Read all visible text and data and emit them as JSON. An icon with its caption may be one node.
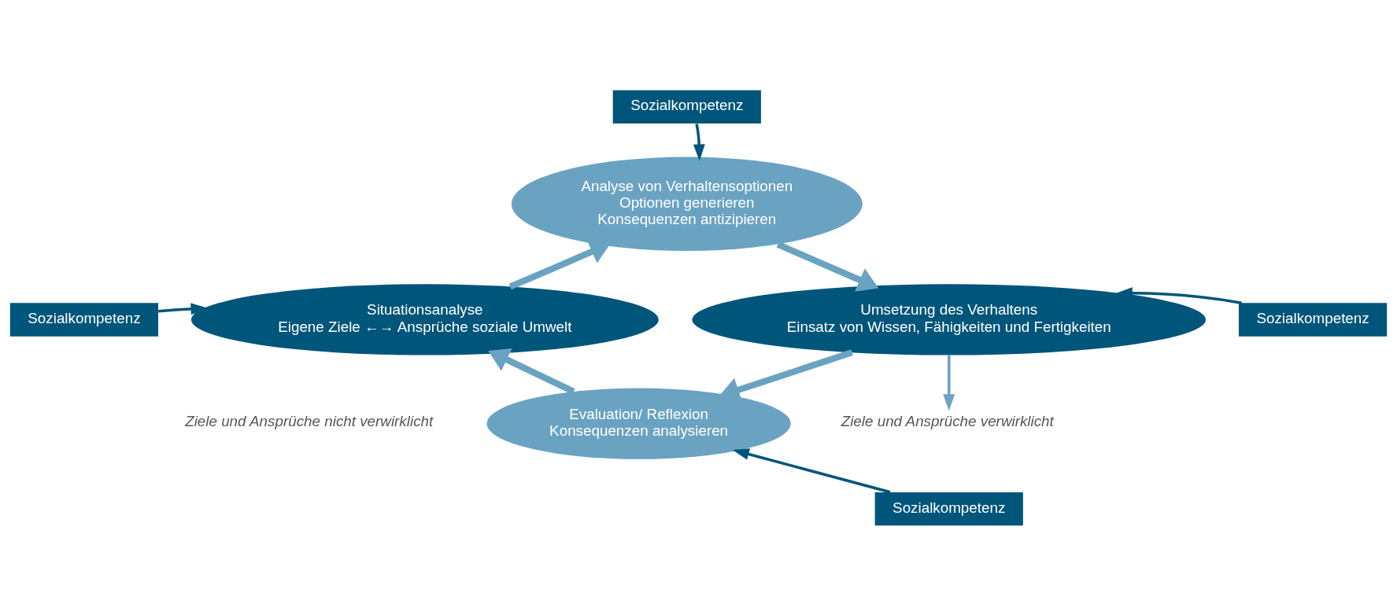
{
  "diagram": {
    "nodes": [
      {
        "text": [
          "Sozialkompetenz"
        ]
      },
      {
        "text": [
          "Sozialkompetenz"
        ]
      },
      {
        "text": [
          "Situationsanalyse",
          "Eigene Ziele ←→ Ansprüche soziale Umwelt"
        ]
      },
      {
        "text": [
          "Analyse von Verhaltensoptionen",
          "Optionen generieren",
          "Konsequenzen antizipieren"
        ]
      },
      {
        "text": [
          "Evaluation/ Reflexion",
          "Konsequenzen analysieren"
        ]
      },
      {
        "text": [
          "Umsetzung des Verhaltens",
          "Einsatz von Wissen, Fähigkeiten und Fertigkeiten"
        ]
      },
      {
        "text": [
          "Sozialkompetenz"
        ]
      },
      {
        "text": [
          "Sozialkompetenz"
        ]
      },
      {
        "text": [
          "Ziele und Ansprüche verwirklicht"
        ]
      }
    ],
    "edges": [
      {
        "from": 0,
        "to": 3,
        "arrow": "to",
        "color": "#00557a"
      },
      {
        "from": 1,
        "to": 2,
        "arrow": "to",
        "color": "#00557a"
      },
      {
        "from": 6,
        "to": 5,
        "arrow": "to",
        "color": "#00557a"
      },
      {
        "from": 7,
        "to": 4,
        "arrow": "to",
        "color": "#00557a"
      },
      {
        "from": 2,
        "to": 3,
        "arrow": "to",
        "style": "thick"
      },
      {
        "from": 3,
        "to": 5,
        "arrow": "to",
        "style": "thick"
      },
      {
        "from": 5,
        "to": 4,
        "arrow": "to",
        "style": "thick"
      },
      {
        "from": 4,
        "to": 2,
        "arrow": "to",
        "style": "thick"
      },
      {
        "from": 5,
        "to": 8,
        "arrow": "to"
      }
    ],
    "labels": [
      "Ziele und Ansprüche nicht verwirklicht"
    ]
  }
}
